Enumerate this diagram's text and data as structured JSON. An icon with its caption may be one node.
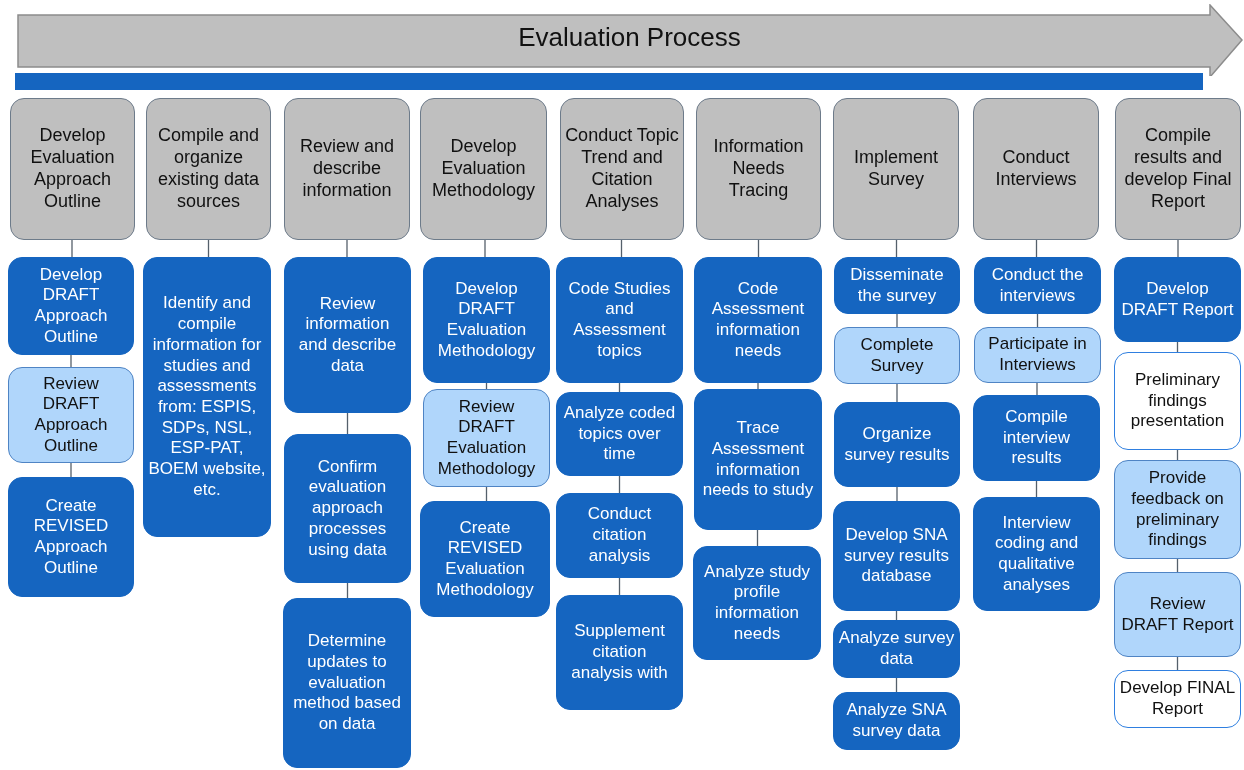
{
  "diagram": {
    "nodes": [
      {
        "text": [
          "Evaluation Process"
        ]
      },
      {
        "text": [
          "Develop Evaluation Approach Outline"
        ]
      },
      {
        "text": [
          "Develop DRAFT Approach Outline"
        ]
      },
      {
        "text": [
          "Review DRAFT Approach Outline"
        ]
      },
      {
        "text": [
          "Create REVISED Approach Outline"
        ]
      },
      {
        "text": [
          "Compile and organize existing data sources"
        ]
      },
      {
        "text": [
          "Identify and compile information for studies and assessments from: ESPIS, SDPs, NSL, ESP-PAT, BOEM website, etc."
        ]
      },
      {
        "text": [
          "Review and describe information"
        ]
      },
      {
        "text": [
          "Review information and describe data"
        ]
      },
      {
        "text": [
          "Confirm evaluation approach processes using data"
        ]
      },
      {
        "text": [
          "Determine updates to evaluation method based on data"
        ]
      },
      {
        "text": [
          "Develop Evaluation Methodology"
        ]
      },
      {
        "text": [
          "Develop DRAFT Evaluation Methodology"
        ]
      },
      {
        "text": [
          "Review DRAFT Evaluation Methodology"
        ]
      },
      {
        "text": [
          "Create REVISED Evaluation Methodology"
        ]
      },
      {
        "text": [
          "Conduct Topic Trend and Citation Analyses"
        ]
      },
      {
        "text": [
          "Code Studies and Assessment topics"
        ]
      },
      {
        "text": [
          "Analyze coded topics over time"
        ]
      },
      {
        "text": [
          "Conduct citation analysis"
        ]
      },
      {
        "text": [
          "Supplement citation analysis with"
        ]
      },
      {
        "text": [
          "Information Needs Tracing"
        ]
      },
      {
        "text": [
          "Code Assessment information needs"
        ]
      },
      {
        "text": [
          "Trace Assessment information needs to study"
        ]
      },
      {
        "text": [
          "Analyze study profile information needs"
        ]
      },
      {
        "text": [
          "Implement Survey"
        ]
      },
      {
        "text": [
          "Disseminate the survey"
        ]
      },
      {
        "text": [
          "Complete Survey"
        ]
      },
      {
        "text": [
          "Organize survey results"
        ]
      },
      {
        "text": [
          "Develop SNA survey results database"
        ]
      },
      {
        "text": [
          "Analyze survey data"
        ]
      },
      {
        "text": [
          "Analyze SNA survey data"
        ]
      },
      {
        "text": [
          "Conduct Interviews"
        ]
      },
      {
        "text": [
          "Conduct the interviews"
        ]
      },
      {
        "text": [
          "Participate in Interviews"
        ]
      },
      {
        "text": [
          "Compile interview results"
        ]
      },
      {
        "text": [
          "Interview coding and qualitative analyses"
        ]
      },
      {
        "text": [
          "Compile results and develop Final Report"
        ]
      },
      {
        "text": [
          "Develop DRAFT Report"
        ]
      },
      {
        "text": [
          "Preliminary findings presentation"
        ]
      },
      {
        "text": [
          "Provide feedback on preliminary findings"
        ]
      },
      {
        "text": [
          "Review DRAFT Report"
        ]
      },
      {
        "text": [
          "Develop FINAL Report"
        ]
      },
      {
        "text": [],
        "shape": "bar"
      }
    ],
    "edges": [
      {
        "from": 1,
        "to": 2,
        "arrow": "none"
      },
      {
        "from": 2,
        "to": 3,
        "arrow": "none"
      },
      {
        "from": 3,
        "to": 4,
        "arrow": "none"
      },
      {
        "from": 5,
        "to": 6,
        "arrow": "none"
      },
      {
        "from": 7,
        "to": 8,
        "arrow": "none"
      },
      {
        "from": 8,
        "to": 9,
        "arrow": "none"
      },
      {
        "from": 9,
        "to": 10,
        "arrow": "none"
      },
      {
        "from": 11,
        "to": 12,
        "arrow": "none"
      },
      {
        "from": 12,
        "to": 13,
        "arrow": "none"
      },
      {
        "from": 13,
        "to": 14,
        "arrow": "none"
      },
      {
        "from": 15,
        "to": 16,
        "arrow": "none"
      },
      {
        "from": 16,
        "to": 17,
        "arrow": "none"
      },
      {
        "from": 17,
        "to": 18,
        "arrow": "none"
      },
      {
        "from": 18,
        "to": 19,
        "arrow": "none"
      },
      {
        "from": 20,
        "to": 21,
        "arrow": "none"
      },
      {
        "from": 21,
        "to": 22,
        "arrow": "none"
      },
      {
        "from": 22,
        "to": 23,
        "arrow": "none"
      },
      {
        "from": 24,
        "to": 25,
        "arrow": "none"
      },
      {
        "from": 25,
        "to": 26,
        "arrow": "none"
      },
      {
        "from": 26,
        "to": 27,
        "arrow": "none"
      },
      {
        "from": 27,
        "to": 28,
        "arrow": "none"
      },
      {
        "from": 28,
        "to": 29,
        "arrow": "none"
      },
      {
        "from": 29,
        "to": 30,
        "arrow": "none"
      },
      {
        "from": 31,
        "to": 32,
        "arrow": "none"
      },
      {
        "from": 32,
        "to": 33,
        "arrow": "none"
      },
      {
        "from": 33,
        "to": 34,
        "arrow": "none"
      },
      {
        "from": 34,
        "to": 35,
        "arrow": "none"
      },
      {
        "from": 36,
        "to": 37,
        "arrow": "none"
      },
      {
        "from": 37,
        "to": 38,
        "arrow": "none"
      },
      {
        "from": 38,
        "to": 39,
        "arrow": "none"
      },
      {
        "from": 39,
        "to": 40,
        "arrow": "none"
      },
      {
        "from": 40,
        "to": 41,
        "arrow": "none"
      }
    ]
  }
}
